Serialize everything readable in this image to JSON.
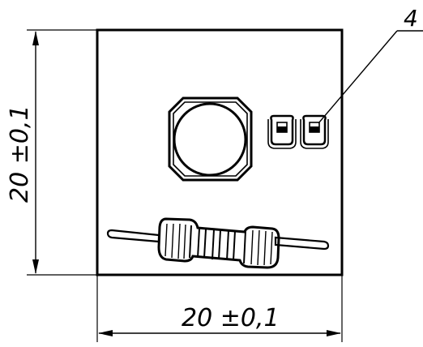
{
  "dimensions": {
    "width_label": "20  ±0,1",
    "height_label": "20  ±0,1"
  },
  "callout": {
    "number": "4"
  }
}
